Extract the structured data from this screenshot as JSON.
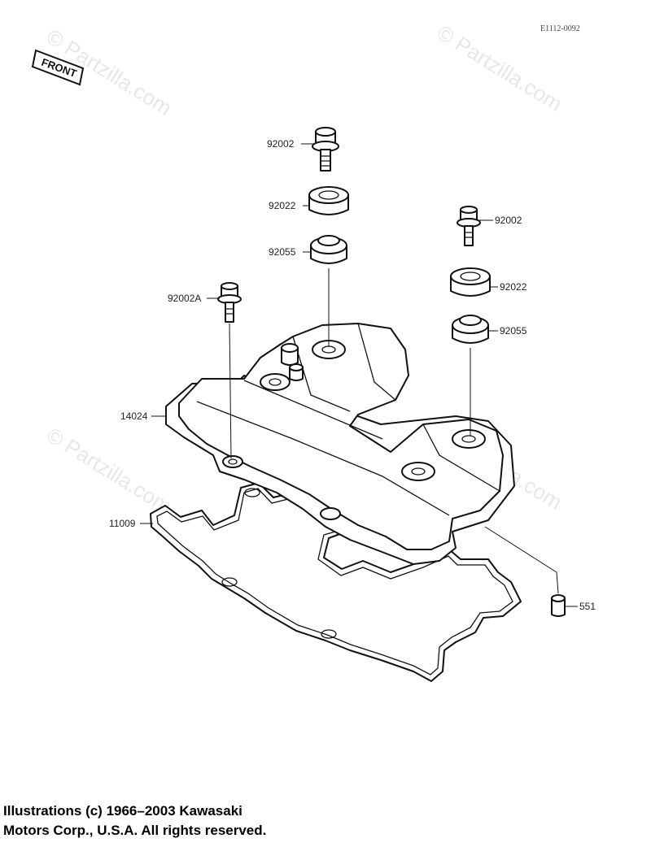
{
  "diagram_code": "E1112-0092",
  "front_label": "FRONT",
  "watermark": "© Partzilla.com",
  "parts": {
    "bolt_left": "92002",
    "washer_left": "92022",
    "grommet_left": "92055",
    "bolt_right": "92002",
    "washer_right": "92022",
    "grommet_right": "92055",
    "bolt_a": "92002A",
    "cover": "14024",
    "gasket": "11009",
    "sleeve": "551"
  },
  "copyright": {
    "line1": "Illustrations (c) 1966–2003 Kawasaki",
    "line2": "Motors Corp., U.S.A.  All rights reserved."
  }
}
